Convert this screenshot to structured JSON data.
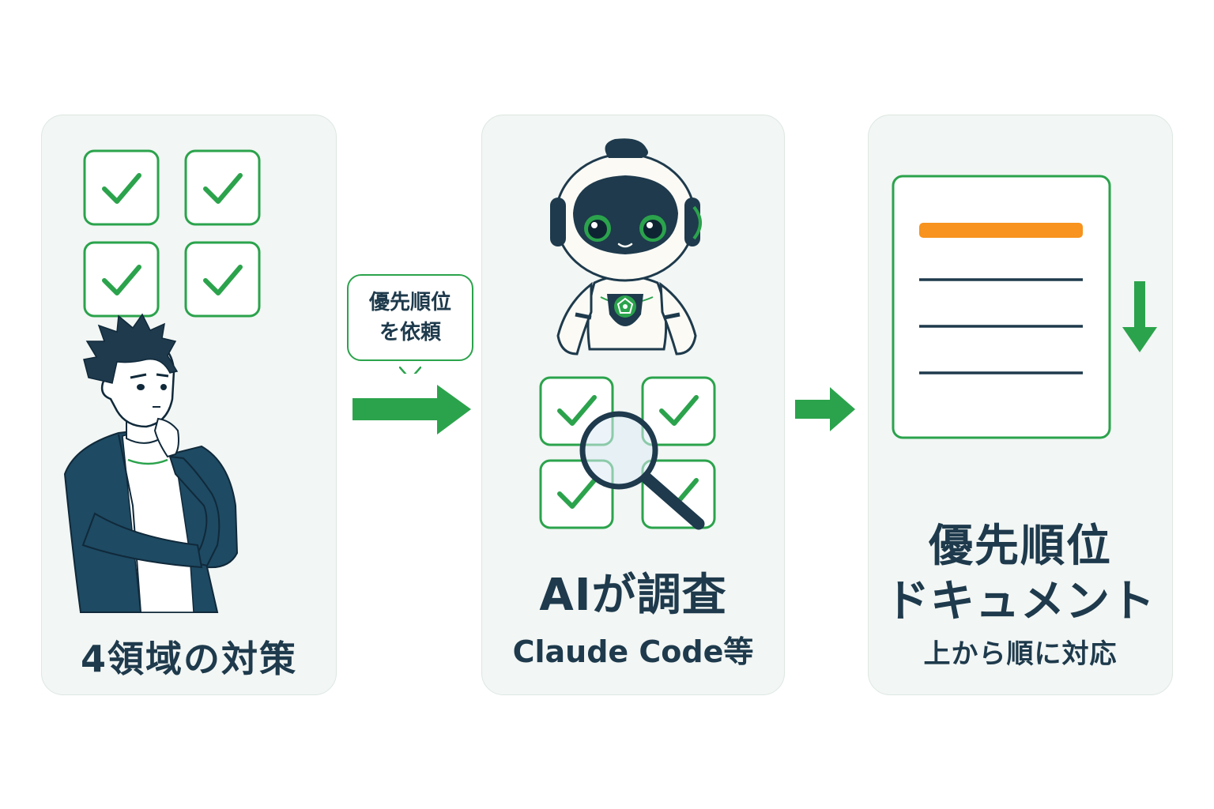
{
  "steps": [
    {
      "caption": "4領域の対策"
    },
    {
      "caption": "AIが調査",
      "subcaption": "Claude Code等"
    },
    {
      "caption_line1": "優先順位",
      "caption_line2": "ドキュメント",
      "subcaption": "上から順に対応"
    }
  ],
  "bubble": {
    "line1": "優先順位",
    "line2": "を依頼"
  },
  "icons": {
    "step1": [
      "checkbox-icon",
      "person-thinking-icon"
    ],
    "step2": [
      "robot-icon",
      "checkbox-icon",
      "magnifier-icon"
    ],
    "step3": [
      "document-icon",
      "down-arrow-icon"
    ],
    "connectors": [
      "right-arrow-icon"
    ]
  },
  "colors": {
    "green": "#2ba34c",
    "navy": "#1e3a4c",
    "orange": "#f7931e",
    "panel_bg": "#f2f6f4"
  }
}
